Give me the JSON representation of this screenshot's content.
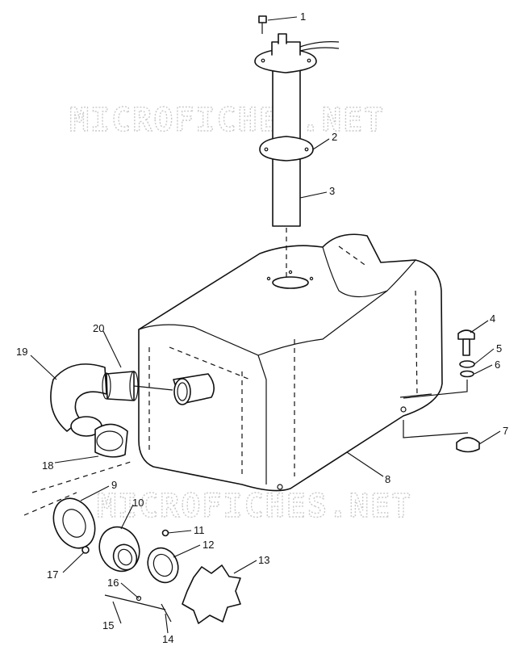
{
  "watermark_top": "MICROFICHES.NET",
  "watermark_bottom": "MICROFICHES.NET",
  "callouts": [
    "1",
    "2",
    "3",
    "4",
    "5",
    "6",
    "7",
    "8",
    "9",
    "10",
    "11",
    "12",
    "13",
    "14",
    "15",
    "16",
    "17",
    "18",
    "19",
    "20"
  ]
}
